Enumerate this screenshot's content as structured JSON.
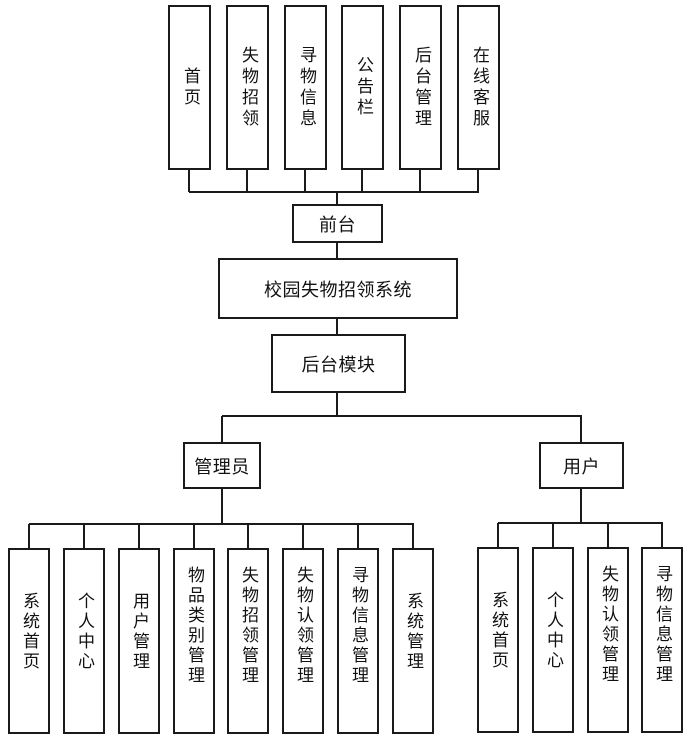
{
  "frontend": {
    "items": [
      "首页",
      "失物招领",
      "寻物信息",
      "公告栏",
      "后台管理",
      "在线客服"
    ],
    "label": "前台"
  },
  "system": {
    "title": "校园失物招领系统"
  },
  "backend": {
    "label": "后台模块"
  },
  "admin": {
    "label": "管理员",
    "items": [
      "系统首页",
      "个人中心",
      "用户管理",
      "物品类别管理",
      "失物招领管理",
      "失物认领管理",
      "寻物信息管理",
      "系统管理"
    ]
  },
  "user": {
    "label": "用户",
    "items": [
      "系统首页",
      "个人中心",
      "失物认领管理",
      "寻物信息管理"
    ]
  }
}
